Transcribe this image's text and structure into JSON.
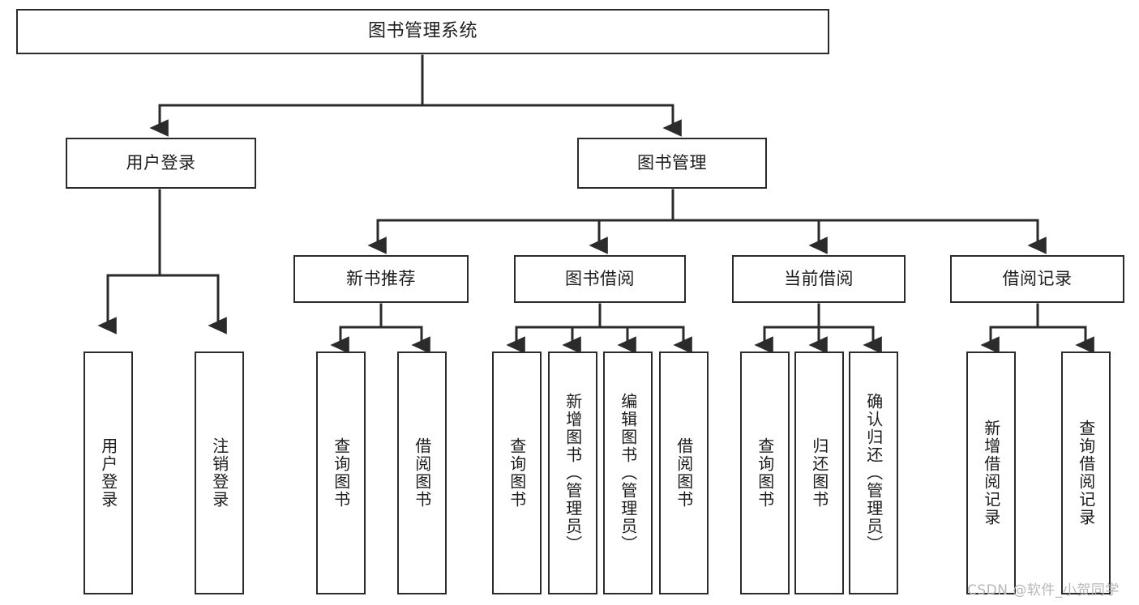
{
  "diagram": {
    "type": "tree-hierarchy",
    "title": "图书管理系统",
    "watermark": "CSDN @软件_小贺同学",
    "colors": {
      "box_border": "#2b2b2b",
      "box_fill": "#ffffff",
      "connector": "#2b2b2b",
      "text": "#1d1d1d",
      "watermark": "#b7b7b7",
      "background": "#ffffff"
    },
    "nodes": {
      "root": {
        "label": "图书管理系统"
      },
      "level2": [
        {
          "label": "用户登录"
        },
        {
          "label": "图书管理"
        }
      ],
      "level3": [
        {
          "label": "新书推荐"
        },
        {
          "label": "图书借阅"
        },
        {
          "label": "当前借阅"
        },
        {
          "label": "借阅记录"
        }
      ],
      "leaves": {
        "user_login": [
          {
            "label": "用户登录"
          },
          {
            "label": "注销登录"
          }
        ],
        "new_book_recommend": [
          {
            "label": "查询图书"
          },
          {
            "label": "借阅图书"
          }
        ],
        "book_borrow": [
          {
            "label": "查询图书"
          },
          {
            "label": "新增图书（管理员）"
          },
          {
            "label": "编辑图书（管理员）"
          },
          {
            "label": "借阅图书"
          }
        ],
        "current_borrow": [
          {
            "label": "查询图书"
          },
          {
            "label": "归还图书"
          },
          {
            "label": "确认归还（管理员）"
          }
        ],
        "borrow_record": [
          {
            "label": "新增借阅记录"
          },
          {
            "label": "查询借阅记录"
          }
        ]
      }
    }
  }
}
